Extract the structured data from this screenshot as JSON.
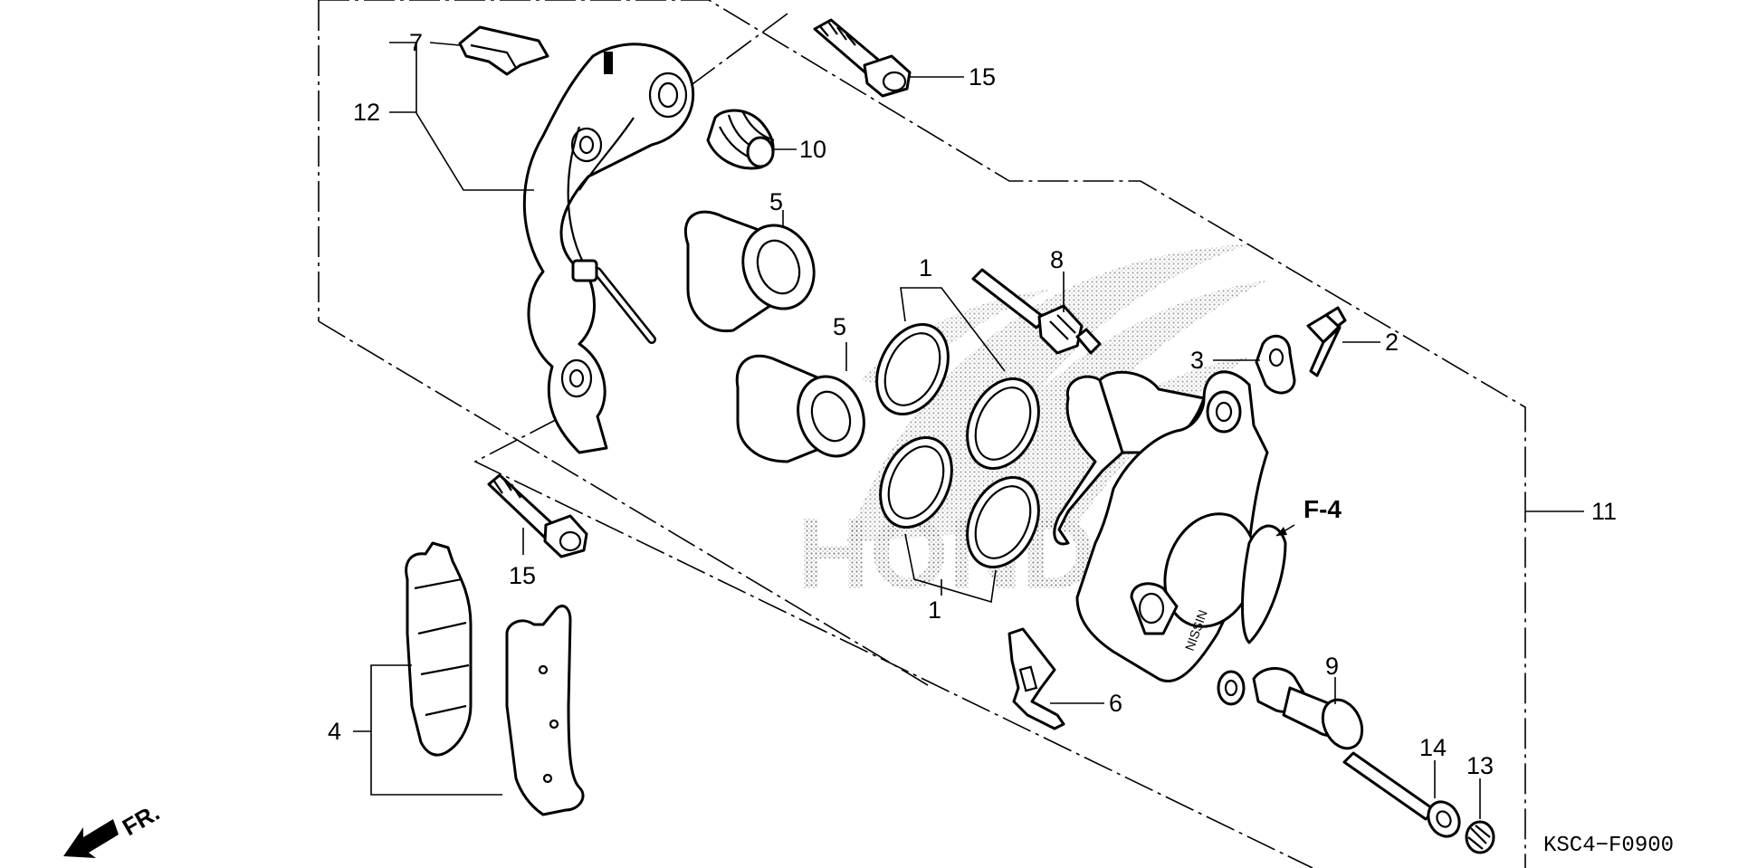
{
  "diagram": {
    "drawing_code": "KSC4−F0900",
    "reference_label": "F-4",
    "direction_label": "FR.",
    "callouts": [
      {
        "id": "c1a",
        "label": "1"
      },
      {
        "id": "c1b",
        "label": "1"
      },
      {
        "id": "c2",
        "label": "2"
      },
      {
        "id": "c3",
        "label": "3"
      },
      {
        "id": "c4",
        "label": "4"
      },
      {
        "id": "c5a",
        "label": "5"
      },
      {
        "id": "c5b",
        "label": "5"
      },
      {
        "id": "c6",
        "label": "6"
      },
      {
        "id": "c7",
        "label": "7"
      },
      {
        "id": "c8",
        "label": "8"
      },
      {
        "id": "c9",
        "label": "9"
      },
      {
        "id": "c10",
        "label": "10"
      },
      {
        "id": "c11",
        "label": "11"
      },
      {
        "id": "c12",
        "label": "12"
      },
      {
        "id": "c13",
        "label": "13"
      },
      {
        "id": "c14",
        "label": "14"
      },
      {
        "id": "c15a",
        "label": "15"
      },
      {
        "id": "c15b",
        "label": "15"
      }
    ],
    "watermark": "HONDA",
    "caliper_stamp": "NISSIN",
    "line_color": "#000000",
    "background": "#ffffff"
  }
}
